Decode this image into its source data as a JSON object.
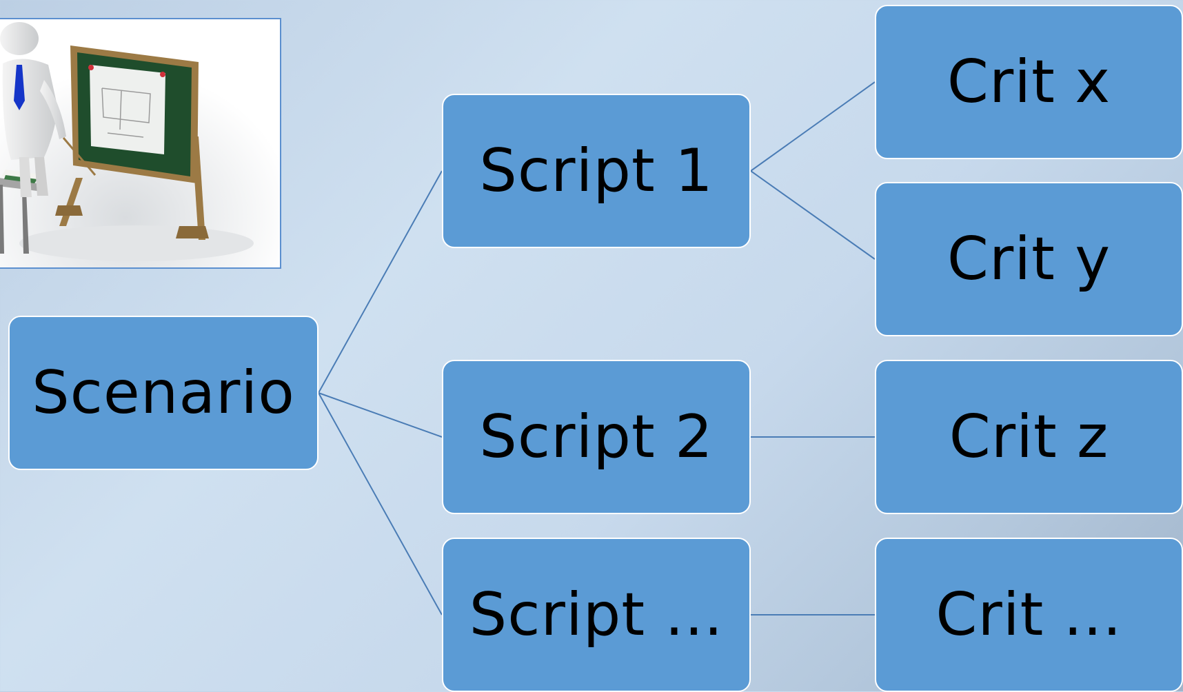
{
  "diagram": {
    "root": {
      "label": "Scenario"
    },
    "scripts": [
      {
        "label": "Script 1"
      },
      {
        "label": "Script 2"
      },
      {
        "label": "Script ..."
      }
    ],
    "criteria": [
      {
        "label": "Crit x"
      },
      {
        "label": "Crit y"
      },
      {
        "label": "Crit z"
      },
      {
        "label": "Crit ..."
      }
    ]
  },
  "illustration": {
    "subject": "teacher-figure-at-chalkboard"
  },
  "colors": {
    "node_fill": "#5b9bd5",
    "node_border": "#ffffff",
    "connector": "#4a7cb5",
    "board_green": "#1f4d2c",
    "board_wood": "#9c7a45",
    "tie_blue": "#1535c8"
  }
}
